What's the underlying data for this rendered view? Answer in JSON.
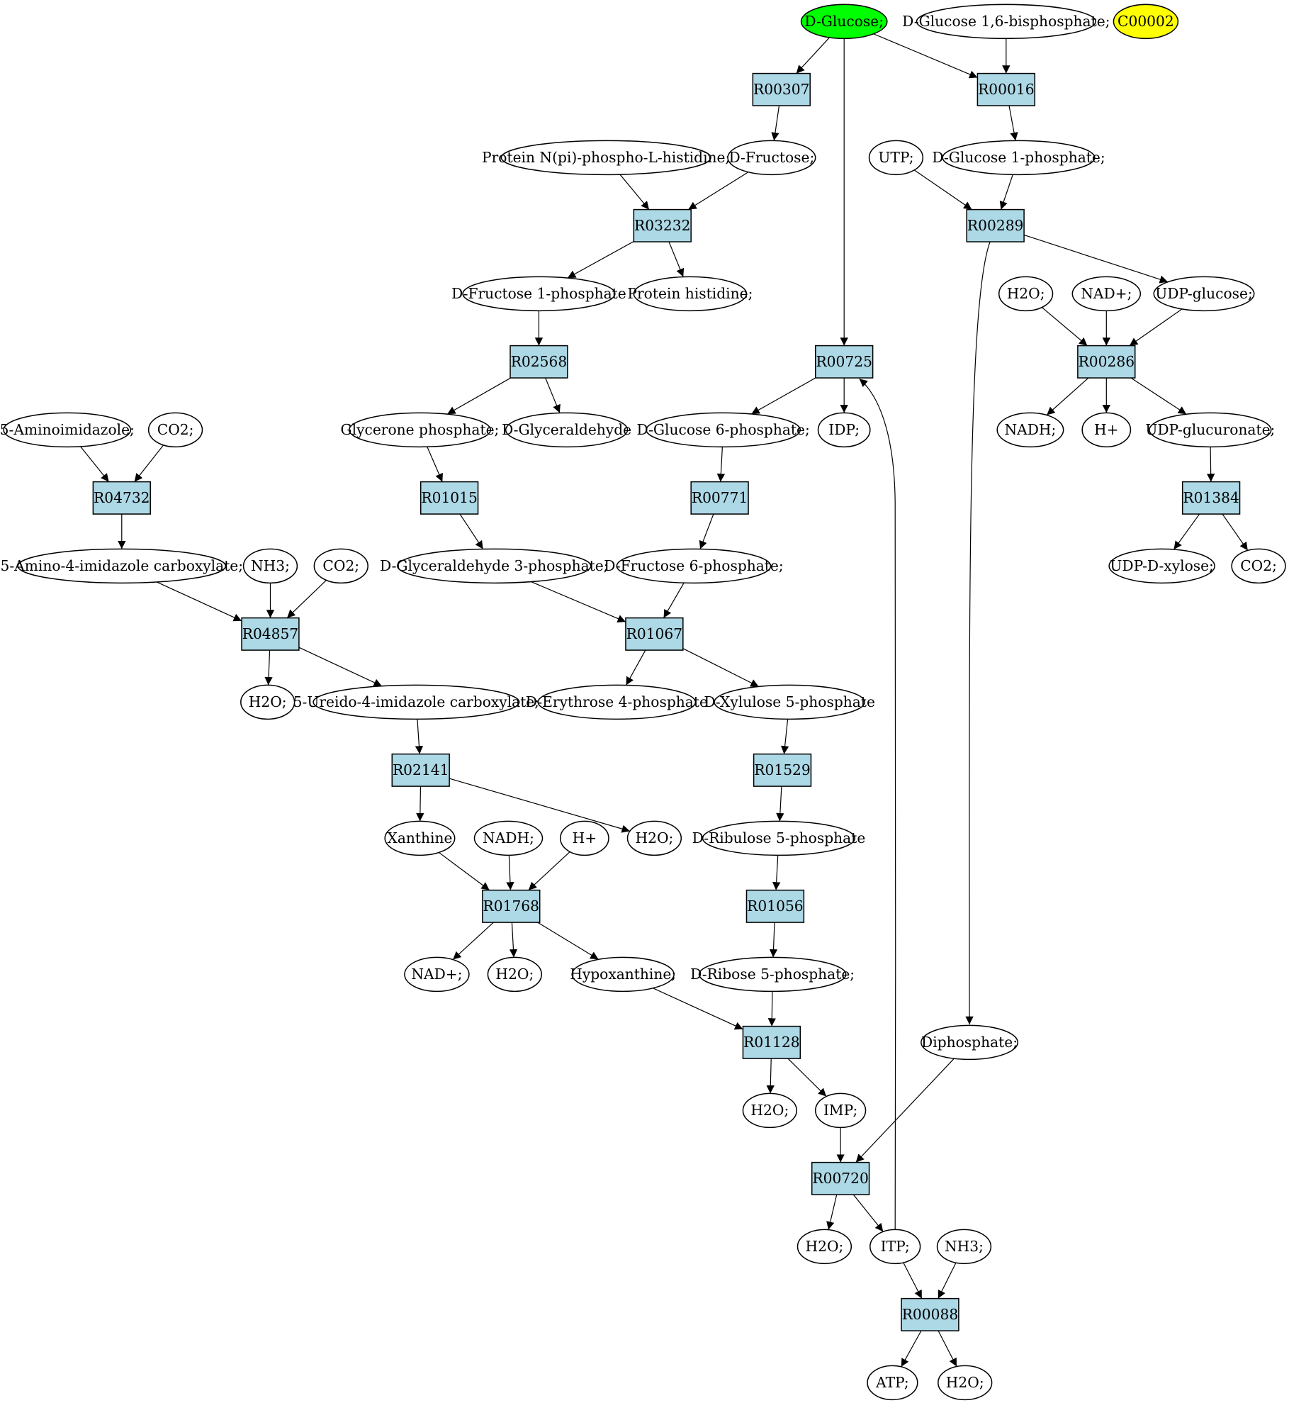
{
  "colors": {
    "reaction_fill": "#add8e6",
    "compound_fill": "#ffffff",
    "start_compound_fill": "#00ff00",
    "highlight_compound_fill": "#ffff00",
    "stroke": "#000000"
  },
  "nodes": [
    {
      "id": "glucose",
      "kind": "compound",
      "label": "D-Glucose;",
      "color": "#00ff00"
    },
    {
      "id": "glc16bp",
      "kind": "compound",
      "label": "D-Glucose 1,6-bisphosphate;"
    },
    {
      "id": "c00002",
      "kind": "compound",
      "label": "C00002",
      "color": "#ffff00"
    },
    {
      "id": "R00307",
      "kind": "reaction",
      "label": "R00307"
    },
    {
      "id": "R00016",
      "kind": "reaction",
      "label": "R00016"
    },
    {
      "id": "protNpi",
      "kind": "compound",
      "label": "Protein N(pi)-phospho-L-histidine;"
    },
    {
      "id": "fructose",
      "kind": "compound",
      "label": "D-Fructose;"
    },
    {
      "id": "utp",
      "kind": "compound",
      "label": "UTP;"
    },
    {
      "id": "glc1p",
      "kind": "compound",
      "label": "D-Glucose 1-phosphate;"
    },
    {
      "id": "R03232",
      "kind": "reaction",
      "label": "R03232"
    },
    {
      "id": "R00289",
      "kind": "reaction",
      "label": "R00289"
    },
    {
      "id": "fru1p",
      "kind": "compound",
      "label": "D-Fructose 1-phosphate"
    },
    {
      "id": "prothis",
      "kind": "compound",
      "label": "Protein histidine;"
    },
    {
      "id": "h2o_a",
      "kind": "compound",
      "label": "H2O;"
    },
    {
      "id": "nadp_a",
      "kind": "compound",
      "label": "NAD+;"
    },
    {
      "id": "udpglc",
      "kind": "compound",
      "label": "UDP-glucose;"
    },
    {
      "id": "R02568",
      "kind": "reaction",
      "label": "R02568"
    },
    {
      "id": "R00725",
      "kind": "reaction",
      "label": "R00725"
    },
    {
      "id": "R00286",
      "kind": "reaction",
      "label": "R00286"
    },
    {
      "id": "aminoimid",
      "kind": "compound",
      "label": "5-Aminoimidazole;"
    },
    {
      "id": "co2_a",
      "kind": "compound",
      "label": "CO2;"
    },
    {
      "id": "dhap",
      "kind": "compound",
      "label": "Glycerone phosphate;"
    },
    {
      "id": "glyald",
      "kind": "compound",
      "label": "D-Glyceraldehyde"
    },
    {
      "id": "glc6p",
      "kind": "compound",
      "label": "D-Glucose 6-phosphate;"
    },
    {
      "id": "idp",
      "kind": "compound",
      "label": "IDP;"
    },
    {
      "id": "nadh_a",
      "kind": "compound",
      "label": "NADH;"
    },
    {
      "id": "hplus_a",
      "kind": "compound",
      "label": "H+"
    },
    {
      "id": "udpglcA",
      "kind": "compound",
      "label": "UDP-glucuronate;"
    },
    {
      "id": "R04732",
      "kind": "reaction",
      "label": "R04732"
    },
    {
      "id": "R01015",
      "kind": "reaction",
      "label": "R01015"
    },
    {
      "id": "R00771",
      "kind": "reaction",
      "label": "R00771"
    },
    {
      "id": "R01384",
      "kind": "reaction",
      "label": "R01384"
    },
    {
      "id": "aicarbox",
      "kind": "compound",
      "label": "5-Amino-4-imidazole carboxylate;"
    },
    {
      "id": "nh3_a",
      "kind": "compound",
      "label": "NH3;"
    },
    {
      "id": "co2_b",
      "kind": "compound",
      "label": "CO2;"
    },
    {
      "id": "gap",
      "kind": "compound",
      "label": "D-Glyceraldehyde 3-phosphate;"
    },
    {
      "id": "fru6p",
      "kind": "compound",
      "label": "D-Fructose 6-phosphate;"
    },
    {
      "id": "udpxyl",
      "kind": "compound",
      "label": "UDP-D-xylose;"
    },
    {
      "id": "co2_c",
      "kind": "compound",
      "label": "CO2;"
    },
    {
      "id": "R04857",
      "kind": "reaction",
      "label": "R04857"
    },
    {
      "id": "R01067",
      "kind": "reaction",
      "label": "R01067"
    },
    {
      "id": "h2o_b",
      "kind": "compound",
      "label": "H2O;"
    },
    {
      "id": "ureido",
      "kind": "compound",
      "label": "5-Ureido-4-imidazole carboxylate;"
    },
    {
      "id": "ery4p",
      "kind": "compound",
      "label": "D-Erythrose 4-phosphate"
    },
    {
      "id": "xyl5p",
      "kind": "compound",
      "label": "D-Xylulose 5-phosphate"
    },
    {
      "id": "R02141",
      "kind": "reaction",
      "label": "R02141"
    },
    {
      "id": "R01529",
      "kind": "reaction",
      "label": "R01529"
    },
    {
      "id": "xanthine",
      "kind": "compound",
      "label": "Xanthine"
    },
    {
      "id": "nadh_b",
      "kind": "compound",
      "label": "NADH;"
    },
    {
      "id": "hplus_b",
      "kind": "compound",
      "label": "H+"
    },
    {
      "id": "h2o_c",
      "kind": "compound",
      "label": "H2O;"
    },
    {
      "id": "ribu5p",
      "kind": "compound",
      "label": "D-Ribulose 5-phosphate"
    },
    {
      "id": "R01768",
      "kind": "reaction",
      "label": "R01768"
    },
    {
      "id": "R01056",
      "kind": "reaction",
      "label": "R01056"
    },
    {
      "id": "nadp_b",
      "kind": "compound",
      "label": "NAD+;"
    },
    {
      "id": "h2o_d",
      "kind": "compound",
      "label": "H2O;"
    },
    {
      "id": "hypox",
      "kind": "compound",
      "label": "Hypoxanthine;"
    },
    {
      "id": "rib5p",
      "kind": "compound",
      "label": "D-Ribose 5-phosphate;"
    },
    {
      "id": "R01128",
      "kind": "reaction",
      "label": "R01128"
    },
    {
      "id": "diphos",
      "kind": "compound",
      "label": "Diphosphate;"
    },
    {
      "id": "h2o_e",
      "kind": "compound",
      "label": "H2O;"
    },
    {
      "id": "imp",
      "kind": "compound",
      "label": "IMP;"
    },
    {
      "id": "R00720",
      "kind": "reaction",
      "label": "R00720"
    },
    {
      "id": "h2o_f",
      "kind": "compound",
      "label": "H2O;"
    },
    {
      "id": "itp",
      "kind": "compound",
      "label": "ITP;"
    },
    {
      "id": "nh3_b",
      "kind": "compound",
      "label": "NH3;"
    },
    {
      "id": "R00088",
      "kind": "reaction",
      "label": "R00088"
    },
    {
      "id": "atp",
      "kind": "compound",
      "label": "ATP;"
    },
    {
      "id": "h2o_g",
      "kind": "compound",
      "label": "H2O;"
    }
  ],
  "edges": [
    [
      "glucose",
      "R00307"
    ],
    [
      "glucose",
      "R00725"
    ],
    [
      "glucose",
      "R00016"
    ],
    [
      "glc16bp",
      "R00016"
    ],
    [
      "R00307",
      "fructose"
    ],
    [
      "R00016",
      "glc1p"
    ],
    [
      "protNpi",
      "R03232"
    ],
    [
      "fructose",
      "R03232"
    ],
    [
      "utp",
      "R00289"
    ],
    [
      "glc1p",
      "R00289"
    ],
    [
      "R03232",
      "fru1p"
    ],
    [
      "R03232",
      "prothis"
    ],
    [
      "R00289",
      "udpglc"
    ],
    [
      "R00289",
      "diphos"
    ],
    [
      "fru1p",
      "R02568"
    ],
    [
      "h2o_a",
      "R00286"
    ],
    [
      "nadp_a",
      "R00286"
    ],
    [
      "udpglc",
      "R00286"
    ],
    [
      "R02568",
      "dhap"
    ],
    [
      "R02568",
      "glyald"
    ],
    [
      "R00725",
      "glc6p"
    ],
    [
      "R00725",
      "idp"
    ],
    [
      "R00286",
      "nadh_a"
    ],
    [
      "R00286",
      "hplus_a"
    ],
    [
      "R00286",
      "udpglcA"
    ],
    [
      "aminoimid",
      "R04732"
    ],
    [
      "co2_a",
      "R04732"
    ],
    [
      "dhap",
      "R01015"
    ],
    [
      "glc6p",
      "R00771"
    ],
    [
      "udpglcA",
      "R01384"
    ],
    [
      "R04732",
      "aicarbox"
    ],
    [
      "R01015",
      "gap"
    ],
    [
      "R00771",
      "fru6p"
    ],
    [
      "R01384",
      "udpxyl"
    ],
    [
      "R01384",
      "co2_c"
    ],
    [
      "aicarbox",
      "R04857"
    ],
    [
      "nh3_a",
      "R04857"
    ],
    [
      "co2_b",
      "R04857"
    ],
    [
      "gap",
      "R01067"
    ],
    [
      "fru6p",
      "R01067"
    ],
    [
      "R04857",
      "h2o_b"
    ],
    [
      "R04857",
      "ureido"
    ],
    [
      "R01067",
      "ery4p"
    ],
    [
      "R01067",
      "xyl5p"
    ],
    [
      "ureido",
      "R02141"
    ],
    [
      "xyl5p",
      "R01529"
    ],
    [
      "R02141",
      "xanthine"
    ],
    [
      "R02141",
      "h2o_c"
    ],
    [
      "R01529",
      "ribu5p"
    ],
    [
      "xanthine",
      "R01768"
    ],
    [
      "nadh_b",
      "R01768"
    ],
    [
      "hplus_b",
      "R01768"
    ],
    [
      "ribu5p",
      "R01056"
    ],
    [
      "R01768",
      "nadp_b"
    ],
    [
      "R01768",
      "h2o_d"
    ],
    [
      "R01768",
      "hypox"
    ],
    [
      "R01056",
      "rib5p"
    ],
    [
      "hypox",
      "R01128"
    ],
    [
      "rib5p",
      "R01128"
    ],
    [
      "R01128",
      "h2o_e"
    ],
    [
      "R01128",
      "imp"
    ],
    [
      "imp",
      "R00720"
    ],
    [
      "diphos",
      "R00720"
    ],
    [
      "R00720",
      "h2o_f"
    ],
    [
      "R00720",
      "itp"
    ],
    [
      "itp",
      "R00725"
    ],
    [
      "itp",
      "R00088"
    ],
    [
      "nh3_b",
      "R00088"
    ],
    [
      "R00088",
      "atp"
    ],
    [
      "R00088",
      "h2o_g"
    ]
  ]
}
